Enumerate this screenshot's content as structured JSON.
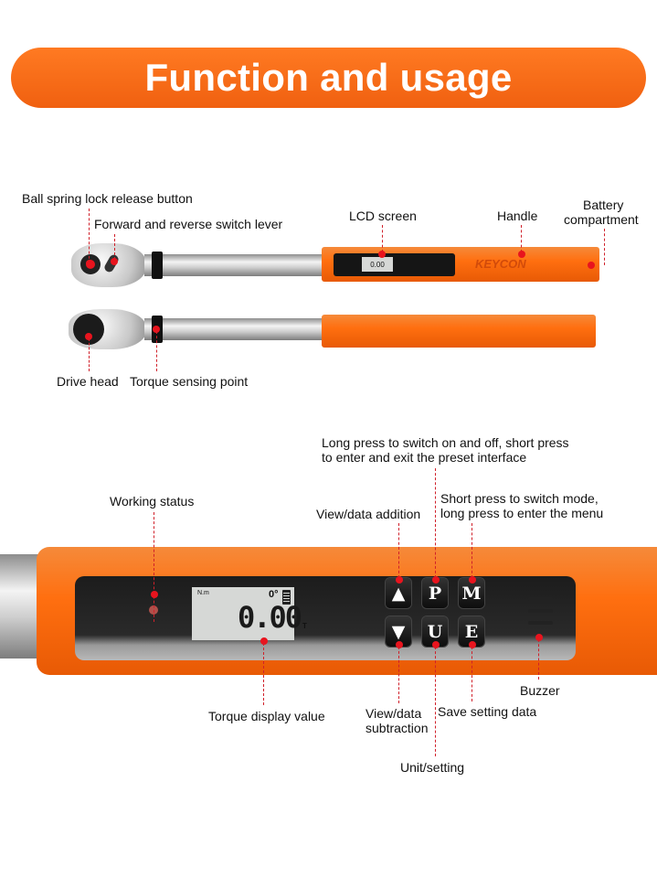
{
  "banner": {
    "title": "Function and usage"
  },
  "overview": {
    "brand": "KEYCON",
    "lcd_value": "0.00",
    "labels": {
      "ball_spring": "Ball spring lock release button",
      "switch_lever": "Forward and reverse switch lever",
      "lcd_screen": "LCD screen",
      "handle": "Handle",
      "battery_line1": "Battery",
      "battery_line2": "compartment",
      "drive_head": "Drive head",
      "torque_sensing": "Torque sensing point"
    }
  },
  "detail": {
    "lcd": {
      "unit": "N.m",
      "angle": "0°",
      "value": "0.00",
      "mode": "T"
    },
    "buttons": {
      "up": "▲",
      "p": "P",
      "m": "M",
      "down": "▼",
      "u": "U",
      "e": "E"
    },
    "labels": {
      "power_line1": "Long press to switch on and off, short press",
      "power_line2": "to enter and exit the preset interface",
      "working_status": "Working status",
      "view_add": "View/data addition",
      "mode_line1": "Short press to switch mode,",
      "mode_line2": "long press to enter the menu",
      "torque_display": "Torque display value",
      "view_sub_line1": "View/data",
      "view_sub_line2": "subtraction",
      "save": "Save setting data",
      "buzzer": "Buzzer",
      "unit_setting": "Unit/setting"
    }
  },
  "colors": {
    "orange": "#f26a14",
    "leader": "#e8141e"
  }
}
